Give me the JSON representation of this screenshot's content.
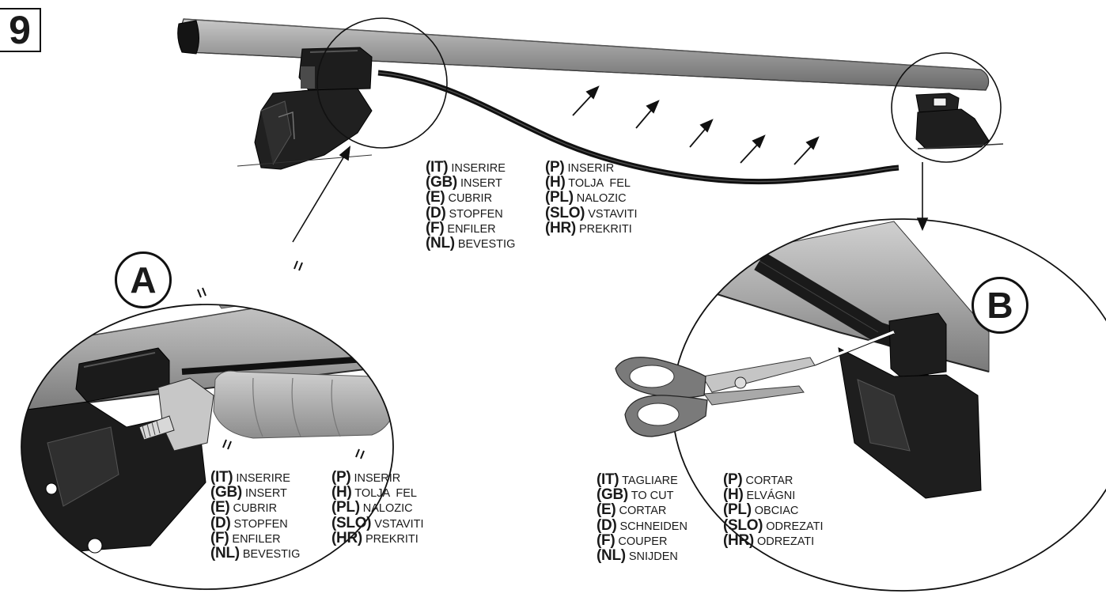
{
  "step_number": "9",
  "callout_a": "A",
  "callout_b": "B",
  "legend_insert": {
    "left": [
      {
        "code": "(IT)",
        "word": "INSERIRE"
      },
      {
        "code": "(GB)",
        "word": "INSERT"
      },
      {
        "code": "(E)",
        "word": "CUBRIR"
      },
      {
        "code": "(D)",
        "word": "STOPFEN"
      },
      {
        "code": "(F)",
        "word": "ENFILER"
      },
      {
        "code": "(NL)",
        "word": "BEVESTIG"
      }
    ],
    "right": [
      {
        "code": "(P)",
        "word": "INSERIR"
      },
      {
        "code": "(H)",
        "word": "TOLJA  FEL"
      },
      {
        "code": "(PL)",
        "word": "NALOZIC"
      },
      {
        "code": "(SLO)",
        "word": "VSTAVITI"
      },
      {
        "code": "(HR)",
        "word": "PREKRITI"
      }
    ]
  },
  "legend_cut": {
    "left": [
      {
        "code": "(IT)",
        "word": "TAGLIARE"
      },
      {
        "code": "(GB)",
        "word": "TO CUT"
      },
      {
        "code": "(E)",
        "word": "CORTAR"
      },
      {
        "code": "(D)",
        "word": "SCHNEIDEN"
      },
      {
        "code": "(F)",
        "word": "COUPER"
      },
      {
        "code": "(NL)",
        "word": "SNIJDEN"
      }
    ],
    "right": [
      {
        "code": "(P)",
        "word": "CORTAR"
      },
      {
        "code": "(H)",
        "word": "ELVÁGNI"
      },
      {
        "code": "(PL)",
        "word": "OBCIAC"
      },
      {
        "code": "(SLO)",
        "word": "ODREZATI"
      },
      {
        "code": "(HR)",
        "word": "ODREZATI"
      }
    ]
  },
  "colors": {
    "bar": "#9a9a9a",
    "bar_dark": "#6e6e6e",
    "foot": "#1c1c1c",
    "strip": "#1a1a1a",
    "skin": "#b3b3b3",
    "scissor_handle": "#7b7b7b"
  }
}
